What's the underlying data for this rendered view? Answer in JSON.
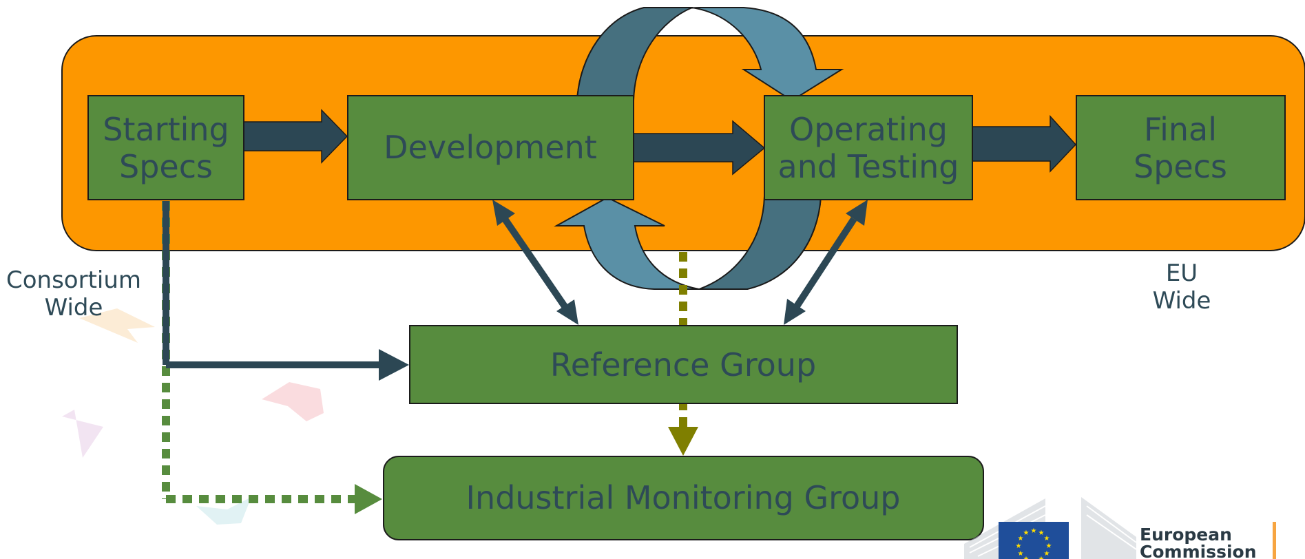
{
  "colors": {
    "band": "#fd9700",
    "box_fill": "#578c3e",
    "box_text": "#2e4a57",
    "arrow_dark": "#2c4754",
    "cycle_dark": "#46707f",
    "cycle_light": "#5a90a6",
    "dotted_green": "#578c3e",
    "dotted_olive": "#7f7f00",
    "eu_blue": "#1f4e9a",
    "eu_star": "#ffdd00",
    "logo_accent": "#f7a541"
  },
  "boxes": {
    "starting_specs": [
      "Starting",
      "Specs"
    ],
    "development": "Development",
    "operating_testing": [
      "Operating",
      "and Testing"
    ],
    "final_specs": [
      "Final",
      "Specs"
    ],
    "reference_group": "Reference Group",
    "industrial_monitoring": "Industrial Monitoring Group"
  },
  "labels": {
    "consortium": [
      "Consortium",
      "Wide"
    ],
    "eu_wide": [
      "EU",
      "Wide"
    ]
  },
  "logo": {
    "name": "european-commission-logo",
    "lines": [
      "European",
      "Commission"
    ]
  },
  "icons": [
    "cycle-arrows-icon",
    "eu-flag-icon",
    "decorative-birds"
  ]
}
